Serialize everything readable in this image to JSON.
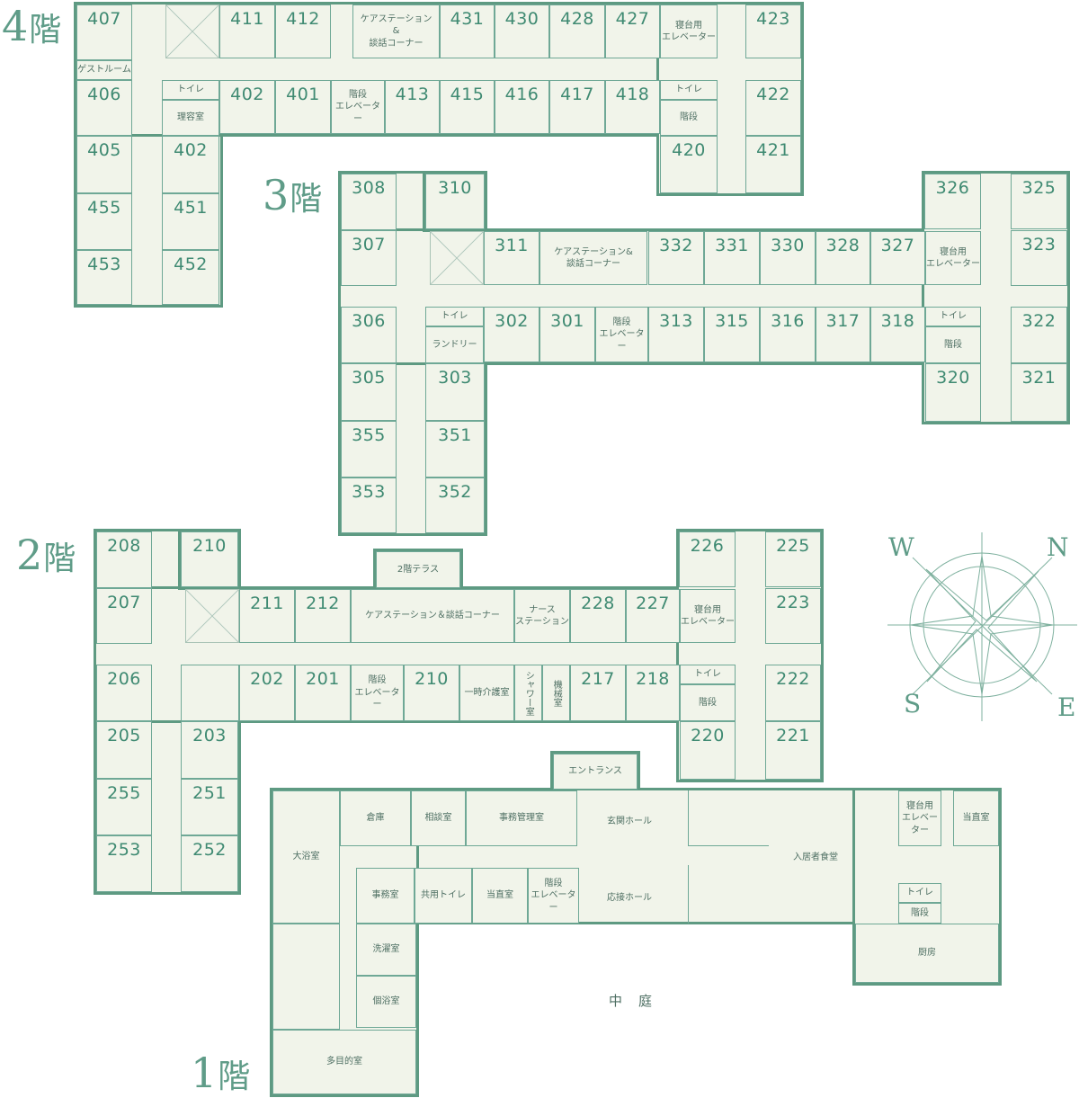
{
  "floors": {
    "f4": {
      "label_num": "4",
      "label_kanji": "階",
      "rooms": [
        "407",
        "411",
        "412",
        "431",
        "430",
        "428",
        "427",
        "423",
        "406",
        "402",
        "401",
        "413",
        "415",
        "416",
        "417",
        "418",
        "422",
        "405",
        "402",
        "420",
        "421",
        "455",
        "451",
        "453",
        "452"
      ],
      "labels": {
        "care": "ケアステーション\n&\n談話コーナー",
        "elev_bed": "寝台用\nエレベーター",
        "guest": "ゲストルーム",
        "toilet": "トイレ",
        "barber": "理容室",
        "stairs": "階段",
        "elevator": "エレベーター"
      }
    },
    "f3": {
      "label_num": "3",
      "label_kanji": "階",
      "rooms": [
        "308",
        "310",
        "326",
        "325",
        "307",
        "311",
        "332",
        "331",
        "330",
        "328",
        "327",
        "323",
        "306",
        "302",
        "301",
        "313",
        "315",
        "316",
        "317",
        "318",
        "322",
        "305",
        "303",
        "320",
        "321",
        "355",
        "351",
        "353",
        "352"
      ],
      "labels": {
        "care": "ケアステーション&\n談話コーナー",
        "elev_bed": "寝台用\nエレベーター",
        "toilet": "トイレ",
        "laundry": "ランドリー",
        "stairs": "階段",
        "elevator": "エレベーター"
      }
    },
    "f2": {
      "label_num": "2",
      "label_kanji": "階",
      "rooms": [
        "208",
        "210",
        "226",
        "225",
        "207",
        "211",
        "212",
        "228",
        "227",
        "223",
        "206",
        "202",
        "201",
        "210",
        "217",
        "218",
        "222",
        "205",
        "203",
        "220",
        "221",
        "255",
        "251",
        "253",
        "252"
      ],
      "labels": {
        "terrace": "2階テラス",
        "care": "ケアステーション＆談話コーナー",
        "nurse": "ナース\nステーション",
        "elev_bed": "寝台用\nエレベーター",
        "stairs": "階段",
        "elevator": "エレベーター",
        "temp_care": "一時介護室",
        "shower": "シャワー室",
        "machine": "機械室",
        "toilet": "トイレ"
      }
    },
    "f1": {
      "label_num": "1",
      "label_kanji": "階",
      "labels": {
        "entrance": "エントランス",
        "storage": "倉庫",
        "consult": "相談室",
        "office_mgr": "事務管理室",
        "front_hall": "玄関ホール",
        "dining": "入居者食堂",
        "elev_bed": "寝台用\nエレベーター",
        "duty1": "当直室",
        "bath": "大浴室",
        "office": "事務室",
        "shared_toilet": "共用トイレ",
        "duty2": "当直室",
        "stairs": "階段",
        "elevator": "エレベーター",
        "reception": "応接ホール",
        "toilet": "トイレ",
        "stairs2": "階段",
        "laundry": "洗濯室",
        "private_bath": "個浴室",
        "kitchen": "厨房",
        "courtyard": "中庭",
        "multi": "多目的室"
      }
    }
  },
  "compass": {
    "w": "W",
    "n": "N",
    "s": "S",
    "e": "E",
    "color": "#5f9c88"
  },
  "colors": {
    "wall": "#5e9a82",
    "room_fill": "#f1f4ea",
    "text": "#3f8a72"
  }
}
